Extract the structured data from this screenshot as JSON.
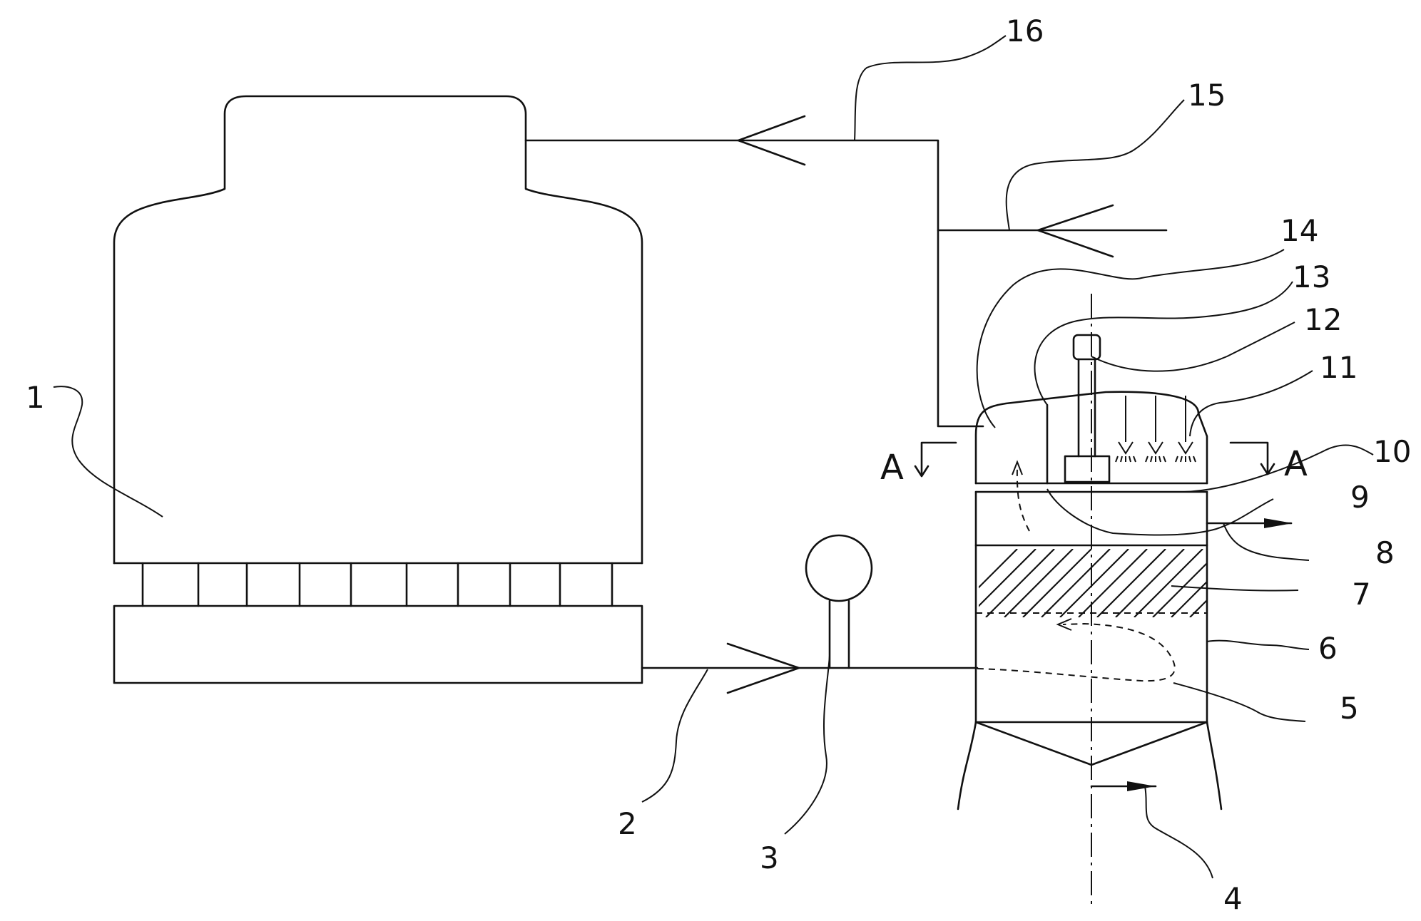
{
  "labels": {
    "n1": "1",
    "n2": "2",
    "n3": "3",
    "n4": "4",
    "n5": "5",
    "n6": "6",
    "n7": "7",
    "n8": "8",
    "n9": "9",
    "n10": "10",
    "n11": "11",
    "n12": "12",
    "n13": "13",
    "n14": "14",
    "n15": "15",
    "n16": "16"
  },
  "section": {
    "left": "A",
    "right": "A"
  }
}
